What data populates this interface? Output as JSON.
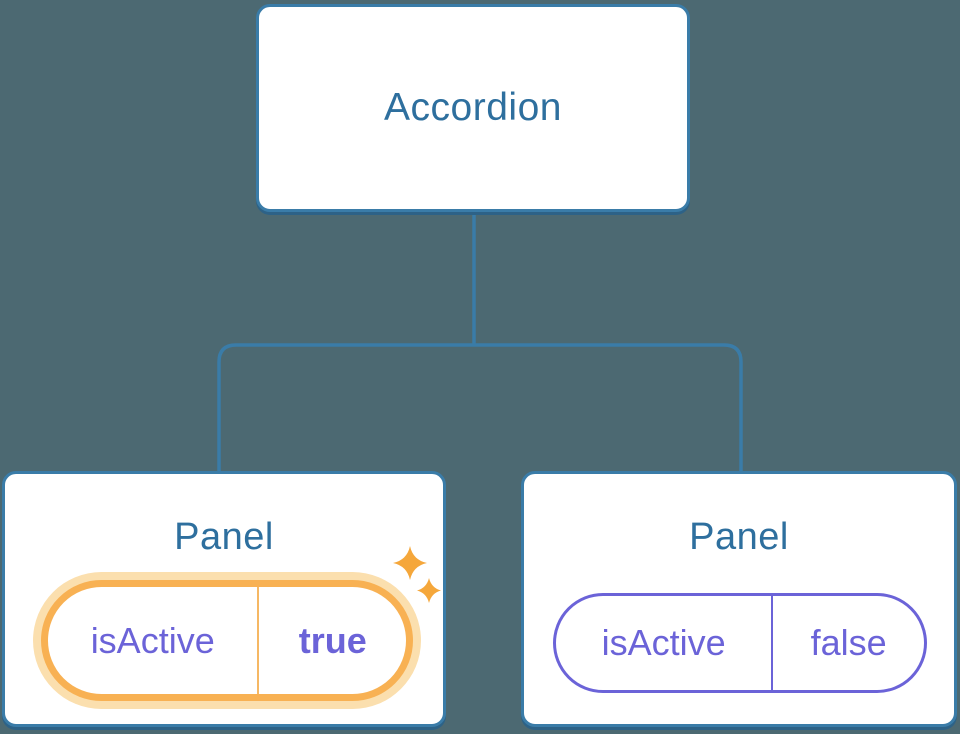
{
  "diagram": {
    "title_hint": "component tree with lifted state",
    "root": {
      "label": "Accordion"
    },
    "panels": [
      {
        "label": "Panel",
        "prop": "isActive",
        "value": "true",
        "highlighted": true,
        "has_sparkles": true
      },
      {
        "label": "Panel",
        "prop": "isActive",
        "value": "false",
        "highlighted": false,
        "has_sparkles": false
      }
    ]
  },
  "icons": {
    "sparkles": "two four-point stars marking changed state"
  },
  "colors": {
    "background": "#4c6972",
    "node_fill": "#ffffff",
    "node_border": "#3a7ca8",
    "node_border_shadow": "#2d6287",
    "connector_line": "#3a7ca8",
    "node_label_text": "#2e6f9e",
    "state_text": "#6b63d8",
    "state_pill_border_plain": "#6b63d8",
    "highlight_ring": "#f8b153",
    "highlight_halo": "#fbdfae",
    "highlight_divider": "#f6b864",
    "sparkle": "#f5a73b"
  }
}
